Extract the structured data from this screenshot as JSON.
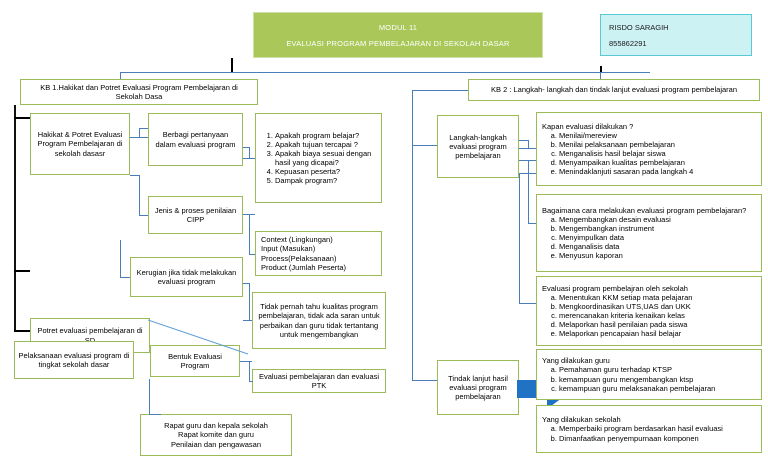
{
  "header": {
    "module_line1": "MODUL 11",
    "module_line2": "EVALUASI PROGRAM PEMBELAJARAN DI SEKOLAH DASAR",
    "student_name": "RISDO SARAGIH",
    "student_id": "855862291",
    "banner_color": "#aac85a",
    "card_color": "#ccf2f4"
  },
  "kb1": {
    "title": "KB 1.Hakikat dan Potret Evaluasi Program Pembelajaran di Sekolah Dasa",
    "node_main": "Hakikat & Potret Evaluasi Program Pembelajaran di sekolah dasasr",
    "node_questions": "Berbagi pertanyaan dalam evaluasi program",
    "questions": [
      "Apakah program belajar?",
      "Apakah tujuan tercapai ?",
      "Apakah biaya sesuai dengan hasil yang dicapai?",
      "Kepuasan peserta?",
      "Dampak program?"
    ],
    "node_cipp": "Jenis & proses penilaian CIPP",
    "cipp_items": [
      "Context (Lingkungan)",
      "Input (Masukan)",
      "Process(Pelaksanaan)",
      "Product (Jumlah Peserta)"
    ],
    "node_kerugian": "Kerugian jika tidak melakukan evaluasi program",
    "kerugian_text": "Tidak pernah tahu kualitas program pembelajaran, tidak ada saran untuk perbaikan dan guru tidak tertantang untuk mengembangkan",
    "node_potret": "Potret evaluasi pembelajaran di SD",
    "node_pelaksanaan": "Pelaksanaan evaluasi program di tingkat sekolah dasar",
    "node_bentuk": "Bentuk Evaluasi Program",
    "node_evaluasi_ptk": "Evaluasi pembelajaran dan evaluasi PTK",
    "rapat_items": [
      "Rapat guru dan kepala sekolah",
      "Rapat komite dan guru",
      "Penilaian dan pengawasan"
    ]
  },
  "kb2": {
    "title": "KB 2 : Langkah- langkah dan tindak lanjut evaluasi program pembelajaran",
    "node_langkah": "Langkah-langkah evaluasi program pembelajaran",
    "node_tindak": "Tindak lanjut hasil evaluasi program pembelajaran",
    "panel_kapan": {
      "lead": "Kapan evaluasi dilakukan ?",
      "items": [
        "Menilai/mereview",
        "Menilai pelaksanaan pembelajaran",
        "Menganalisis hasil belajar siswa",
        "Menyampaikan kualitas pembelajaran",
        "Menindaklanjuti sasaran pada langkah 4"
      ]
    },
    "panel_bagaimana": {
      "lead": "Bagaimana cara melakukan evaluasi program pembelajaran?",
      "items": [
        "Mengembangkan desain evaluasi",
        "Mengembangkan instrument",
        "Menyimpulkan data",
        "Menganalisis data",
        "Menyusun kaporan"
      ]
    },
    "panel_sekolah": {
      "lead": "Evaluasi program pembelajran oleh sekolah",
      "items": [
        "Menentukan KKM setiap mata pelajaran",
        "Mengkoordinasikan UTS,UAS dan UKK",
        "merencanakan kriteria kenaikan kelas",
        "Melaporkan hasil penilaian pada siswa",
        "Melaporkan pencapaian hasil belajar"
      ]
    },
    "panel_guru": {
      "lead": "Yang dilakukan guru",
      "items": [
        "Pemahaman guru terhadap KTSP",
        "kemampuan guru mengembangkan ktsp",
        "kemampuan guru melaksanakan pembelajaran"
      ]
    },
    "panel_sekolah2": {
      "lead": "Yang dilakukan sekolah",
      "items": [
        "Memperbaiki program berdasarkan hasil evaluasi",
        "Dimanfaatkan penyempurnaan komponen"
      ]
    },
    "arrow_color": "#1f72c4"
  }
}
